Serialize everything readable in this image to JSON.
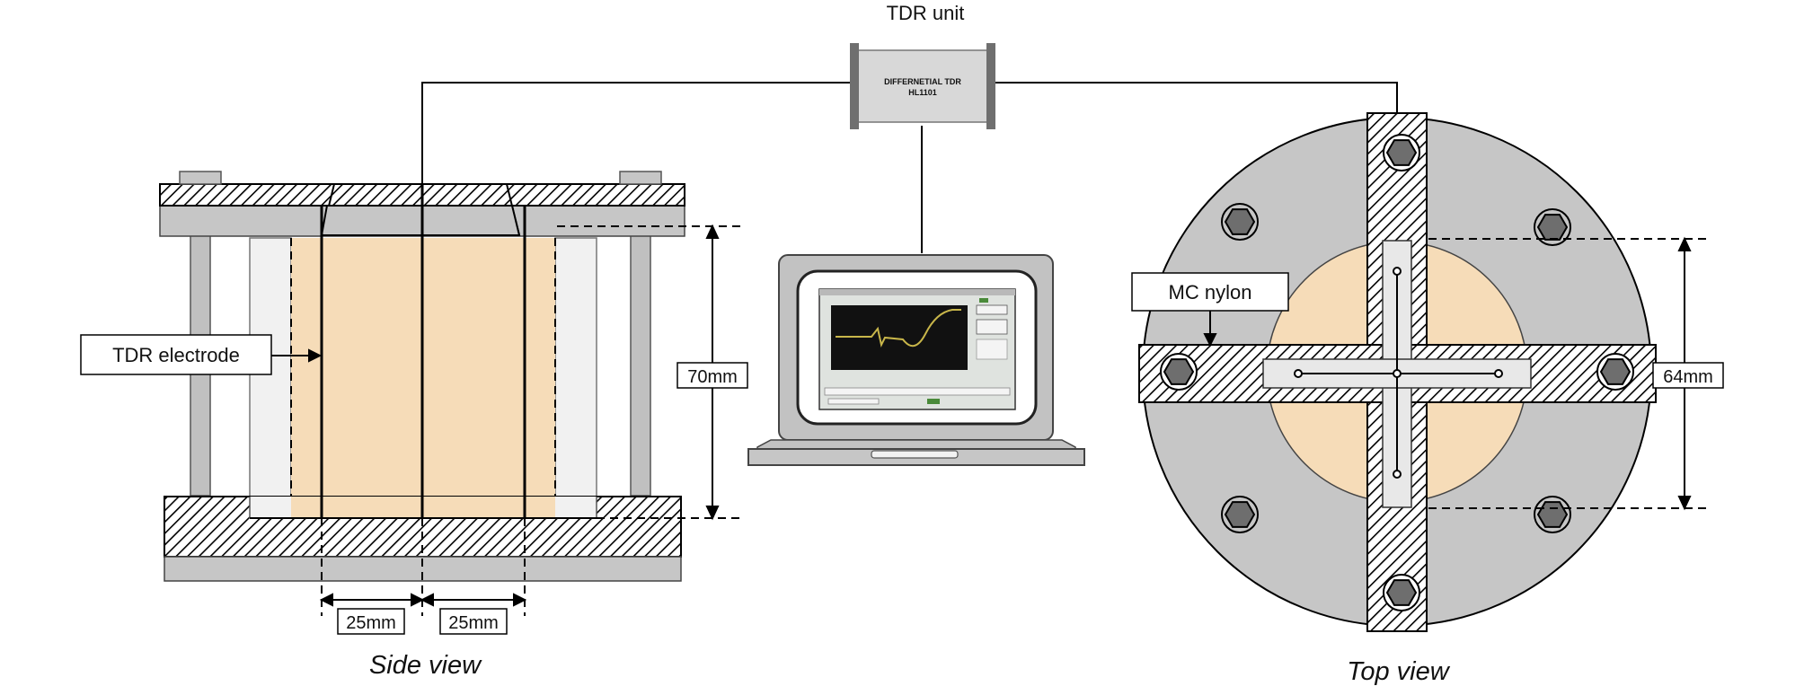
{
  "diagram": {
    "tdr_unit": {
      "label": "TDR unit",
      "device_line1": "DIFFERNETIAL TDR",
      "device_line2": "HL1101"
    },
    "side_view": {
      "caption": "Side view",
      "electrode_label": "TDR electrode",
      "height_dim": "70mm",
      "spacing_left": "25mm",
      "spacing_right": "25mm"
    },
    "top_view": {
      "caption": "Top view",
      "nylon_label": "MC nylon",
      "diameter_dim": "64mm"
    },
    "colors": {
      "sample": "#f6dcb8",
      "plate": "#c6c6c6",
      "frame": "#bdbdbd",
      "wall": "#f1f1f1",
      "line": "#000000",
      "trace": "#c8b64a"
    }
  }
}
